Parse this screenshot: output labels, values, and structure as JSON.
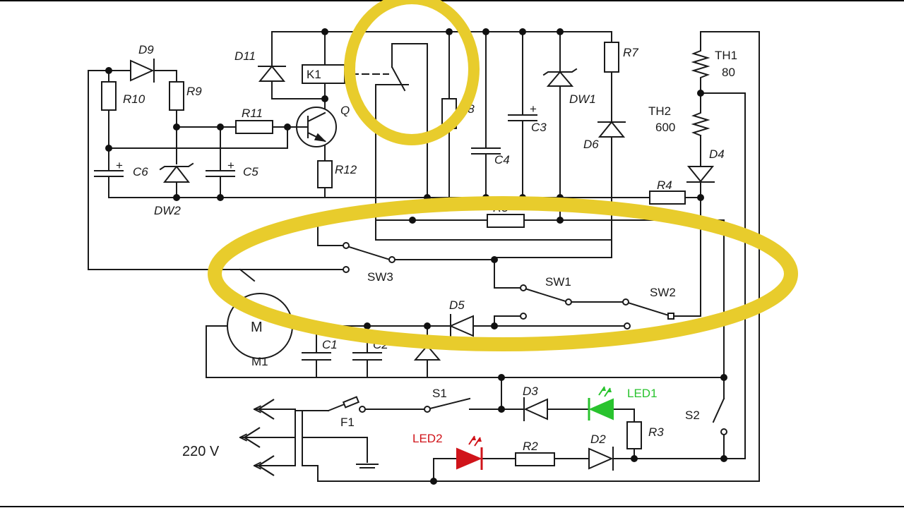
{
  "diagram": {
    "colors": {
      "wire": "#1a1a1a",
      "highlight": "#e8cc2c",
      "led_green": "#29c32e",
      "led_red": "#d0141a"
    },
    "labels": {
      "D9": "D9",
      "D11": "D11",
      "K1": "K1",
      "R10": "R10",
      "R9": "R9",
      "R11": "R11",
      "Q": "Q",
      "R8": "R8",
      "C3": "C3",
      "C4": "C4",
      "DW1": "DW1",
      "R7": "R7",
      "D6": "D6",
      "TH1": "TH1",
      "TH1_value": "80",
      "TH2": "TH2",
      "TH2_value": "600",
      "D4": "D4",
      "C6": "C6",
      "C5": "C5",
      "R12": "R12",
      "DW2": "DW2",
      "R4": "R4",
      "R5": "R5",
      "SW3": "SW3",
      "SW1": "SW1",
      "SW2": "SW2",
      "D5": "D5",
      "M1": "M1",
      "C1": "C1",
      "C2": "C2",
      "S1": "S1",
      "D3": "D3",
      "LED1": "LED1",
      "F1": "F1",
      "S2": "S2",
      "R3": "R3",
      "LED2": "LED2",
      "R2": "R2",
      "D2": "D2",
      "supply": "220 V",
      "plus": "+",
      "motor_glyph": "M"
    }
  }
}
